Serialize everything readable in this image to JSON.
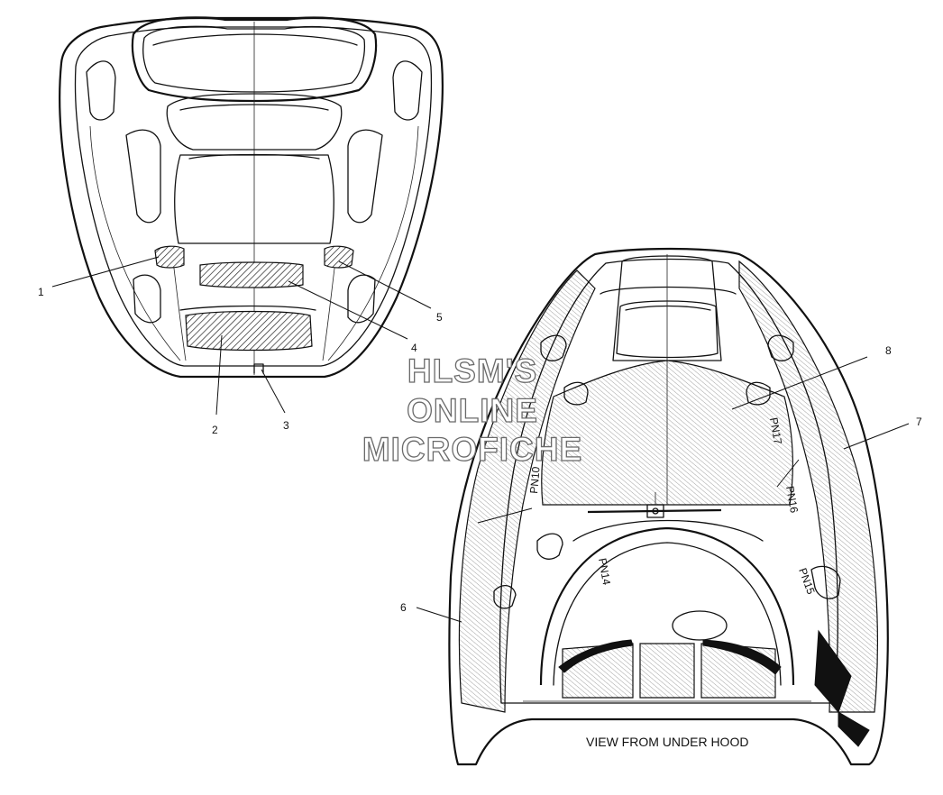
{
  "watermark": {
    "line1": "HLSM'S",
    "line2": "ONLINE",
    "line3": "MICROFICHE"
  },
  "caption": "VIEW FROM UNDER HOOD",
  "callouts": {
    "c1": "1",
    "c2": "2",
    "c3": "3",
    "c4": "4",
    "c5": "5",
    "c6": "6",
    "c7": "7",
    "c8": "8"
  },
  "part_marks": {
    "pn10": "PN10",
    "pn14": "PN14",
    "pn15": "PN15",
    "pn16": "PN16",
    "pn17": "PN17"
  }
}
